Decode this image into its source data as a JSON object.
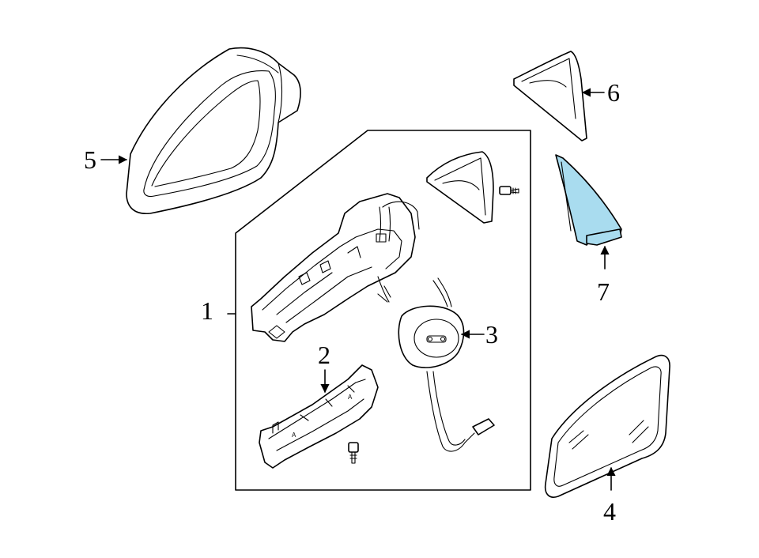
{
  "diagram": {
    "callouts": {
      "c1": "1",
      "c2": "2",
      "c3": "3",
      "c4": "4",
      "c5": "5",
      "c6": "6",
      "c7": "7"
    },
    "part_marks": {
      "m1": "A",
      "m2": "A"
    },
    "colors": {
      "highlight_part": "#a9dcef",
      "line": "#000000",
      "background": "#ffffff"
    }
  }
}
